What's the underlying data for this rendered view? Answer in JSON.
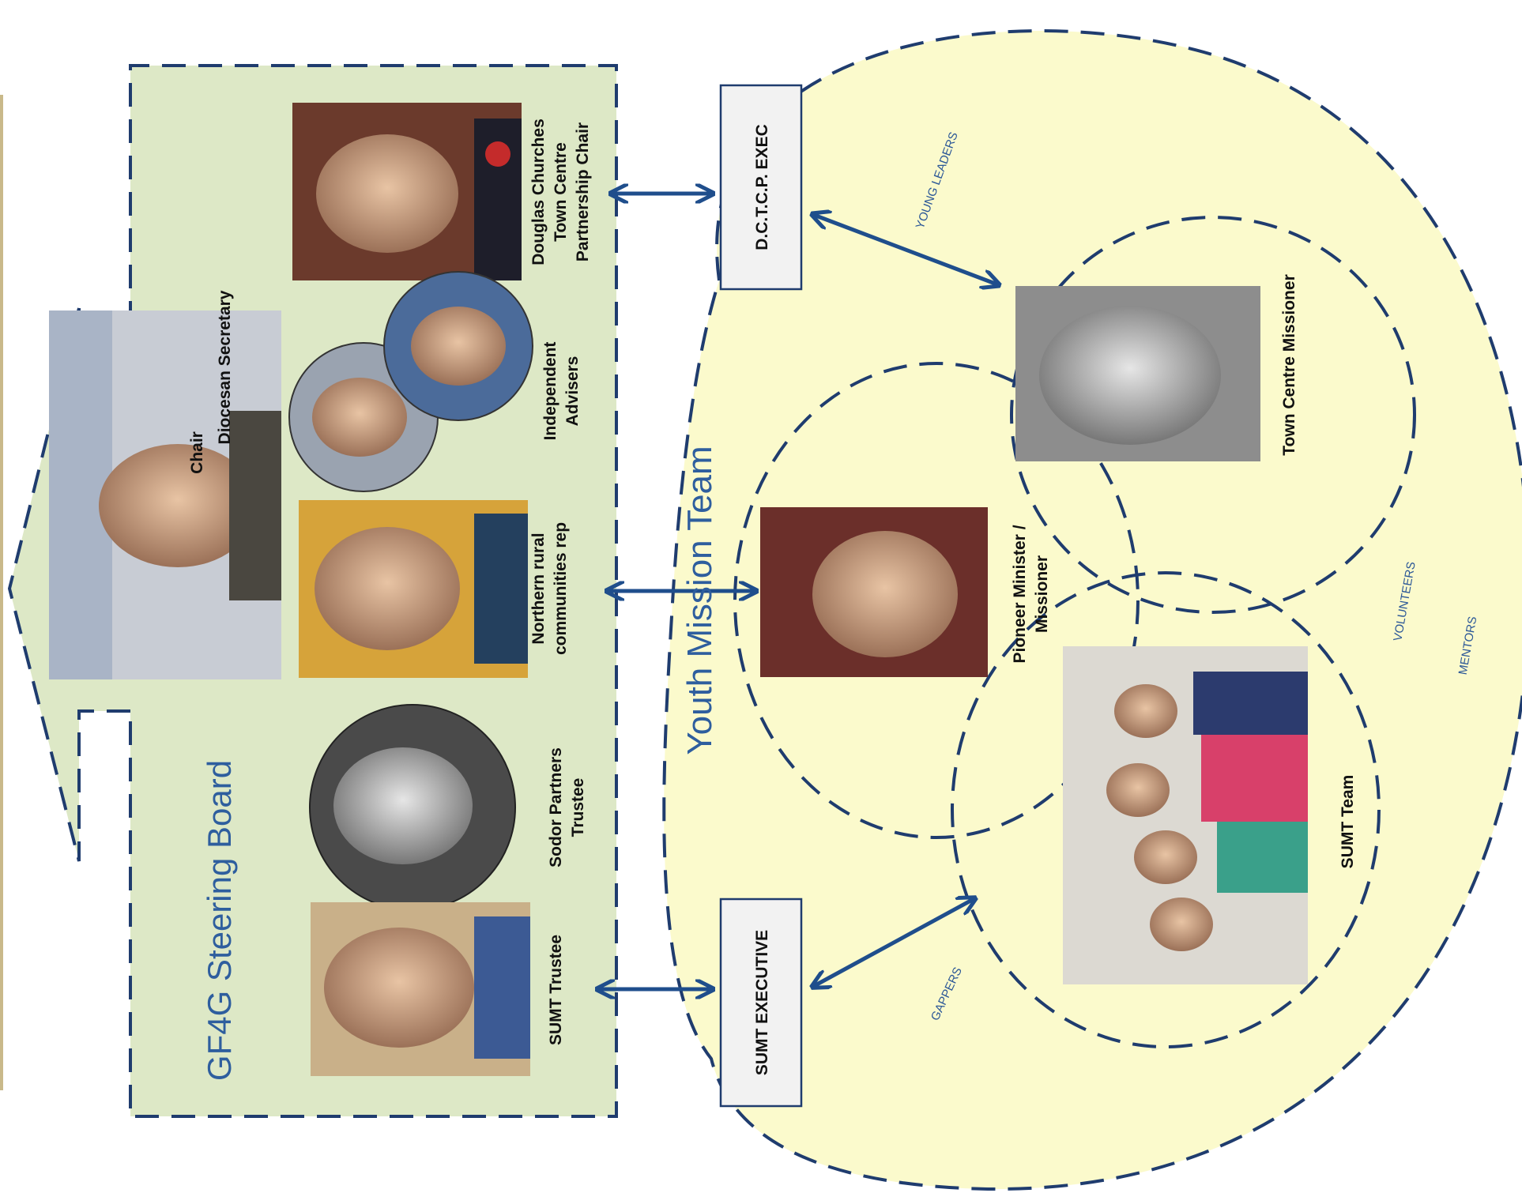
{
  "board": {
    "title": "GF4G Steering Board",
    "chair_label": "Chair",
    "secretary_label": "Diocesan Secretary"
  },
  "members": {
    "sumt_trustee": "SUMT Trustee",
    "sodor_line1": "Sodor Partners",
    "sodor_line2": "Trustee",
    "rural_line1": "Northern rural",
    "rural_line2": "communities rep",
    "advisers_line1": "Independent",
    "advisers_line2": "Advisers",
    "douglas_line1": "Douglas Churches",
    "douglas_line2": "Town Centre",
    "douglas_line3": "Partnership Chair"
  },
  "exec_boxes": {
    "dctcp": "D.C.T.C.P. EXEC",
    "sumt_exec": "SUMT EXECUTIVE"
  },
  "youth": {
    "title": "Youth Mission Team",
    "town_centre": "Town Centre Missioner",
    "pioneer_line1": "Pioneer Minister /",
    "pioneer_line2": "Missioner",
    "sumt_team": "SUMT Team"
  },
  "roles": {
    "young_leaders": "YOUNG LEADERS",
    "volunteers": "VOLUNTEERS",
    "mentors": "MENTORS",
    "gappers": "GAPPERS"
  },
  "colors": {
    "board_fill": "#dde8c6",
    "youth_fill": "#fbfacc",
    "line": "#1f3c6e",
    "arrow": "#1f4e8c",
    "title_blue": "#2e5e9e"
  }
}
